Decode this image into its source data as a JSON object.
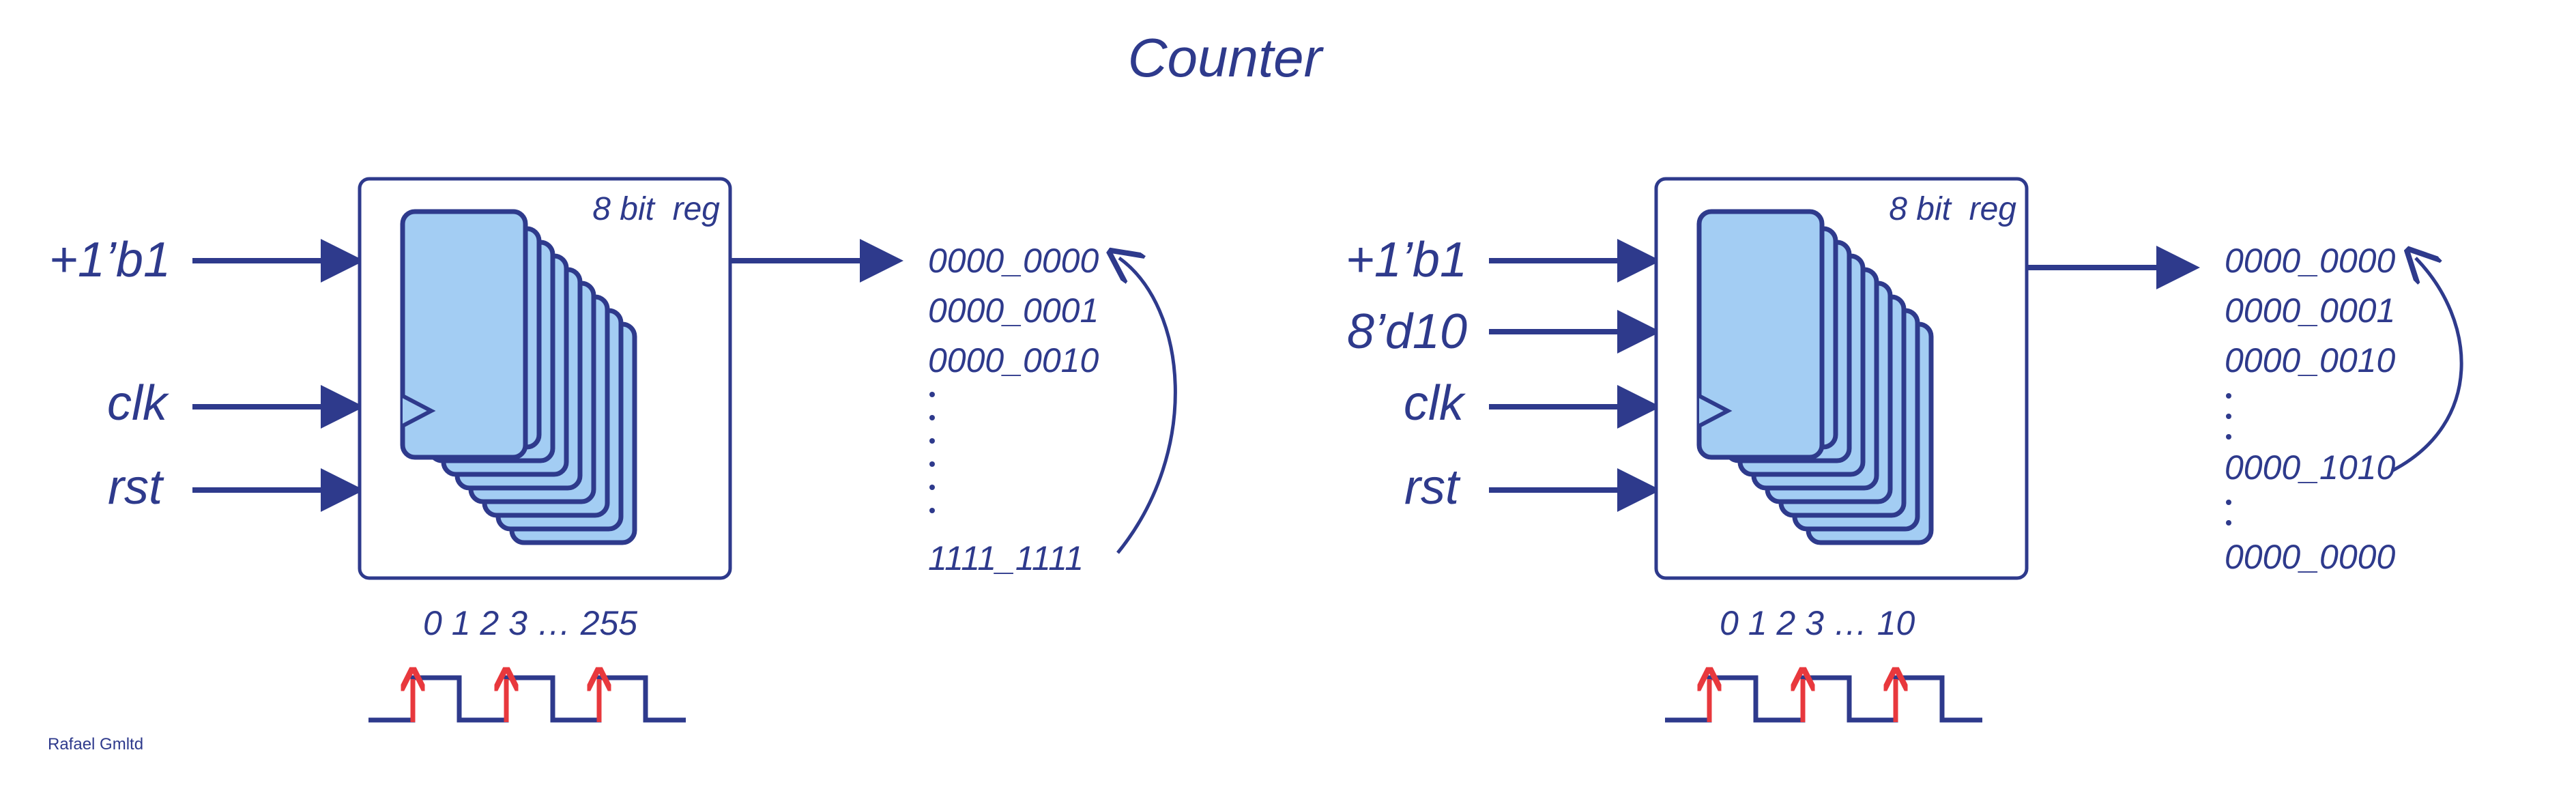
{
  "title": "Counter",
  "credit": "Rafael Gmltd",
  "colors": {
    "ink": "#2e3a8c",
    "register_fill": "#a3cdf3",
    "clock_edge": "#e8383d"
  },
  "left": {
    "inputs": [
      "+1’b1",
      "clk",
      "rst"
    ],
    "register_label": "8 bit  reg",
    "outputs": [
      "0000_0000",
      "0000_0001",
      "0000_0010",
      "1111_1111"
    ],
    "count_label": "0 1 2 3 … 255"
  },
  "right": {
    "inputs": [
      "+1’b1",
      "8’d10",
      "clk",
      "rst"
    ],
    "register_label": "8 bit  reg",
    "outputs": [
      "0000_0000",
      "0000_0001",
      "0000_0010",
      "0000_1010",
      "0000_0000"
    ],
    "count_label": "0 1 2 3 … 10"
  }
}
